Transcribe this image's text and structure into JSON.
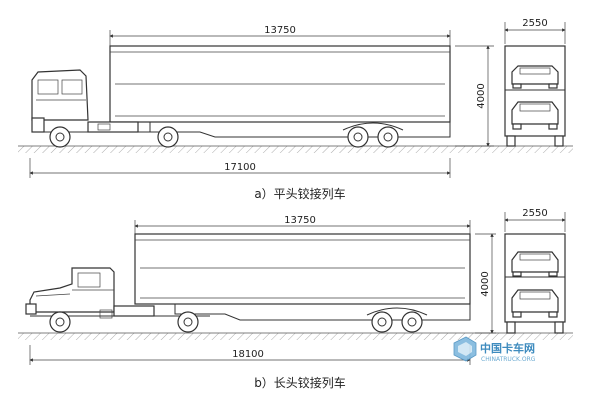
{
  "figures": [
    {
      "caption": "a）平头铰接列车",
      "dims": {
        "box_length": "13750",
        "total_length": "17100",
        "height": "4000",
        "width": "2550"
      }
    },
    {
      "caption": "b）长头铰接列车",
      "dims": {
        "box_length": "13750",
        "total_length": "18100",
        "height": "4000",
        "width": "2550"
      }
    }
  ],
  "watermark": {
    "main": "中国卡车网",
    "sub": "CHINATRUCK.ORG"
  }
}
